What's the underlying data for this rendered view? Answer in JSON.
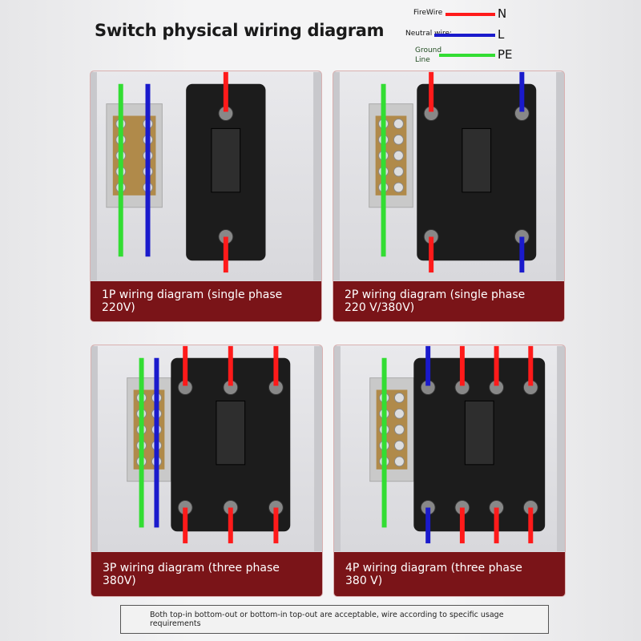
{
  "title": "Switch physical wiring diagram",
  "legend": [
    {
      "label": "FireWire",
      "symbol": "N",
      "color": "#ff1a1a"
    },
    {
      "label": "Neutral wire:",
      "symbol": "L",
      "color": "#1a1acc"
    },
    {
      "label": "Ground Line",
      "symbol": "PE",
      "color": "#33dd33"
    }
  ],
  "panels": [
    {
      "caption": "1P wiring diagram (single phase 220V)",
      "poles": 1
    },
    {
      "caption": "2P wiring diagram (single phase 220 V/380V)",
      "poles": 2
    },
    {
      "caption": "3P wiring diagram (three phase 380V)",
      "poles": 3
    },
    {
      "caption": "4P wiring diagram (three phase 380 V)",
      "poles": 4
    }
  ],
  "note": "Both top-in bottom-out or bottom-in top-out are acceptable, wire according to specific usage requirements",
  "colors": {
    "caption_bg": "#7a1418",
    "phase": "#ff1a1a",
    "neutral": "#1a1acc",
    "ground": "#33dd33"
  }
}
